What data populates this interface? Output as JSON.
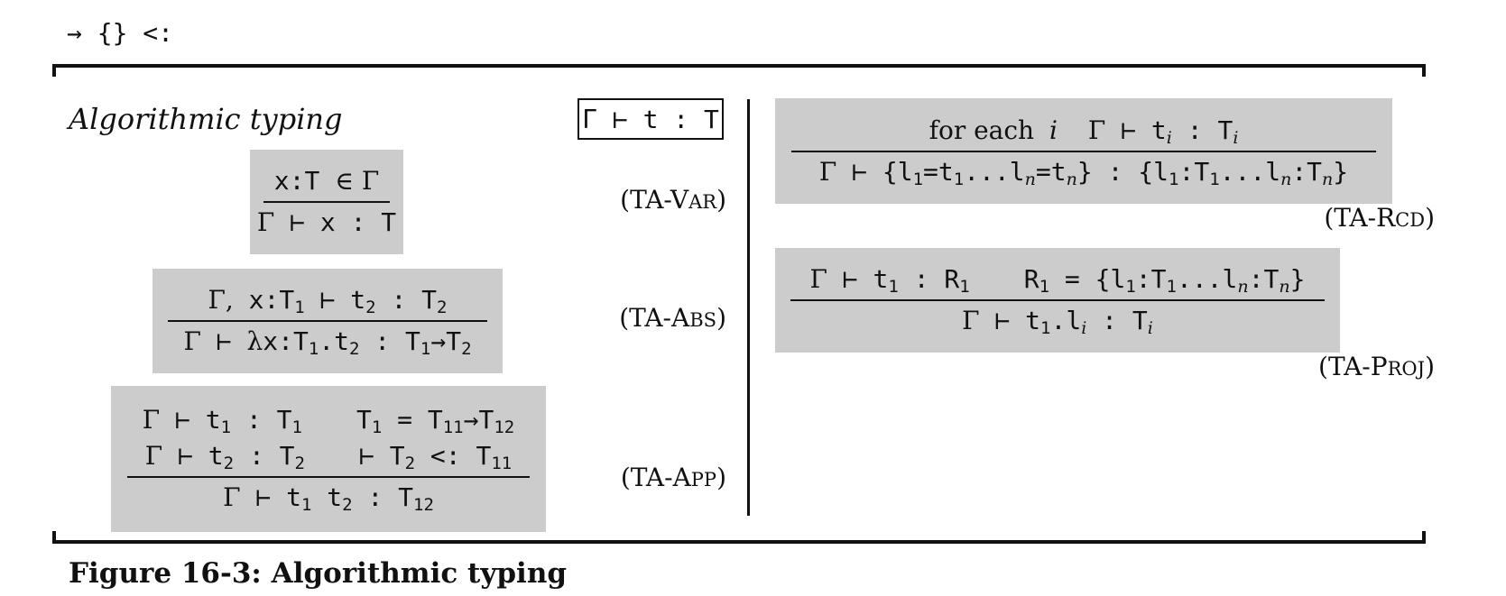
{
  "header": {
    "symbols": "→ {} <:"
  },
  "section": {
    "title": "Algorithmic typing"
  },
  "judgment": {
    "form": "Γ ⊢ t : T"
  },
  "rules": {
    "var": {
      "name_prefix": "(TA-V",
      "name_sc": "AR",
      "name_suffix": ")"
    },
    "abs": {
      "name_prefix": "(TA-A",
      "name_sc": "BS",
      "name_suffix": ")"
    },
    "app": {
      "name_prefix": "(TA-A",
      "name_sc": "PP",
      "name_suffix": ")"
    },
    "rcd": {
      "name_prefix": "(TA-R",
      "name_sc": "CD",
      "name_suffix": ")",
      "for_each": "for each"
    },
    "proj": {
      "name_prefix": "(TA-P",
      "name_sc": "ROJ",
      "name_suffix": ")"
    }
  },
  "caption": {
    "text": "Figure 16-3: Algorithmic typing"
  },
  "colors": {
    "rule_bg": "#cccccc",
    "ink": "#111111",
    "page": "#ffffff"
  }
}
